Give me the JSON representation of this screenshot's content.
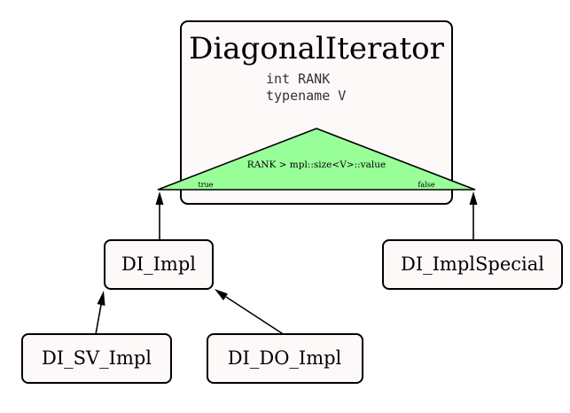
{
  "template": {
    "name": "DiagonalIterator",
    "params": [
      "int RANK",
      "typename V"
    ],
    "condition": "RANK > mpl::size<V>::value",
    "branch_true": "true",
    "branch_false": "false"
  },
  "nodes": {
    "di_impl": "DI_Impl",
    "di_impl_special": "DI_ImplSpecial",
    "di_sv_impl": "DI_SV_Impl",
    "di_do_impl": "DI_DO_Impl"
  },
  "colors": {
    "node_fill": "#fdf9f8",
    "condition_fill": "#99ff99",
    "stroke": "#000000"
  }
}
